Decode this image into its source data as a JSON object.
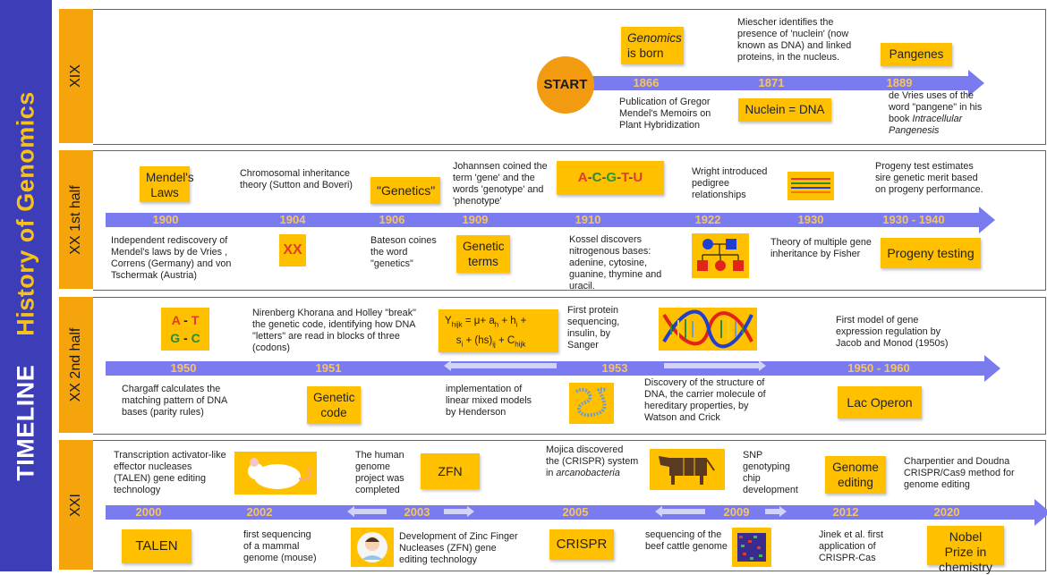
{
  "title": {
    "part1": "TIMELINE",
    "part2": "History of Genomics"
  },
  "colors": {
    "sidebar": "#3d3db8",
    "title_yellow": "#f5c21b",
    "label": "#f5a50b",
    "arrow": "#7b7bf0",
    "box": "#ffc000",
    "year": "#f7c55e"
  },
  "rows": {
    "r1": {
      "label": "XIX",
      "start": "START",
      "genomics": {
        "italic": "Genomics",
        "rest": " is born"
      },
      "y1866": "1866",
      "y1871": "1871",
      "y1889": "1889",
      "mendel_pub": "Publication of Gregor Mendel's Memoirs on Plant Hybridization",
      "miescher": "Miescher identifies the presence of 'nuclein' (now known as DNA) and linked proteins, in the nucleus.",
      "nuclein": "Nuclein = DNA",
      "pangenes": "Pangenes",
      "devries": {
        "pre": "de Vries uses of the word \"pangene\" in his book ",
        "italic": "Intracellular Pangenesis"
      }
    },
    "r2": {
      "label": "XX 1st half",
      "y1900": "1900",
      "y1904": "1904",
      "y1906": "1906",
      "y1909": "1909",
      "y1910": "1910",
      "y1922": "1922",
      "y1930": "1930",
      "y1930b": "1930 - 1940",
      "mendels_laws": "Mendel's Laws",
      "rediscovery": "Independent rediscovery of Mendel's laws by de Vries , Correns (Germany) and von Tschermak (Austria)",
      "chromosomal": "Chromosomal inheritance theory (Sutton and Boveri)",
      "genetics_box": "\"Genetics\"",
      "bateson": "Bateson coines the word \"genetics\"",
      "johannsen": "Johannsen coined the term 'gene' and the words 'genotype' and 'phenotype'",
      "genetic_terms": "Genetic terms",
      "bases": [
        "A",
        "-",
        "C",
        "-",
        "G",
        "-",
        "T",
        "-",
        "U"
      ],
      "kossel": "Kossel discovers nitrogenous bases: adenine, cytosine, guanine, thymine and uracil.",
      "wright": "Wright introduced pedigree relationships",
      "multiple": "Theory of multiple gene inheritance by Fisher",
      "progeny_estimate": "Progeny test estimates sire genetic merit based on progeny performance.",
      "progeny_testing": "Progeny testing",
      "xx_glyph": "XX"
    },
    "r3": {
      "label": "XX 2nd half",
      "y1950": "1950",
      "y1951": "1951",
      "y1953": "1953",
      "y1950b": "1950 - 1960",
      "at": [
        "A",
        "-",
        "T"
      ],
      "gc": [
        "G",
        "-",
        "C"
      ],
      "chargaff": "Chargaff calculates the matching pattern of DNA bases (parity rules)",
      "nirenberg": "Nirenberg Khorana and Holley \"break\" the genetic code, identifying how DNA \"letters\" are read in blocks of three (codons)",
      "genetic_code": "Genetic code",
      "henderson": "implementation of linear mixed models by Henderson",
      "sanger": "First protein sequencing, insulin, by Sanger",
      "watson": "Discovery of the structure of DNA, the carrier molecule of hereditary properties, by Watson and Crick",
      "jacob": "First model of gene expression regulation by Jacob and Monod (1950s)",
      "lac": "Lac Operon",
      "formula": {
        "Y": "Y",
        "s_hijk": "hijk",
        "eq": " = μ+ a",
        "s_h": "h",
        "plus1": " + h",
        "s_i": "i",
        "plus2": " + ",
        "s2": "s",
        "s_i2": "i",
        "plus3": " + (hs)",
        "s_ij": "ij",
        "plus4": " + C",
        "s_hijk2": "hijk"
      }
    },
    "r4": {
      "label": "XXI",
      "y2000": "2000",
      "y2002": "2002",
      "y2003": "2003",
      "y2005": "2005",
      "y2009": "2009",
      "y2012": "2012",
      "y2020": "2020",
      "talen_text": "Transcription activator-like effector nucleases (TALEN) gene editing technology",
      "talen": "TALEN",
      "mouse": "first sequencing of a mammal genome (mouse)",
      "human": "The human genome project was completed",
      "zfn": "ZFN",
      "zfn_dev": "Development of Zinc Finger Nucleases (ZFN) gene editing technology",
      "mojica": {
        "pre": "Mojica discovered the (CRISPR) system in ",
        "italic": "arcanobacteria"
      },
      "crispr": "CRISPR",
      "beef": "sequencing of the beef cattle genome",
      "snp": "SNP genotyping chip development",
      "genome_editing": "Genome editing",
      "jinek": "Jinek et al. first application of CRISPR-Cas",
      "charpentier": "Charpentier and Doudna CRISPR/Cas9 method for genome editing",
      "nobel": "Nobel Prize in chemistry"
    }
  }
}
